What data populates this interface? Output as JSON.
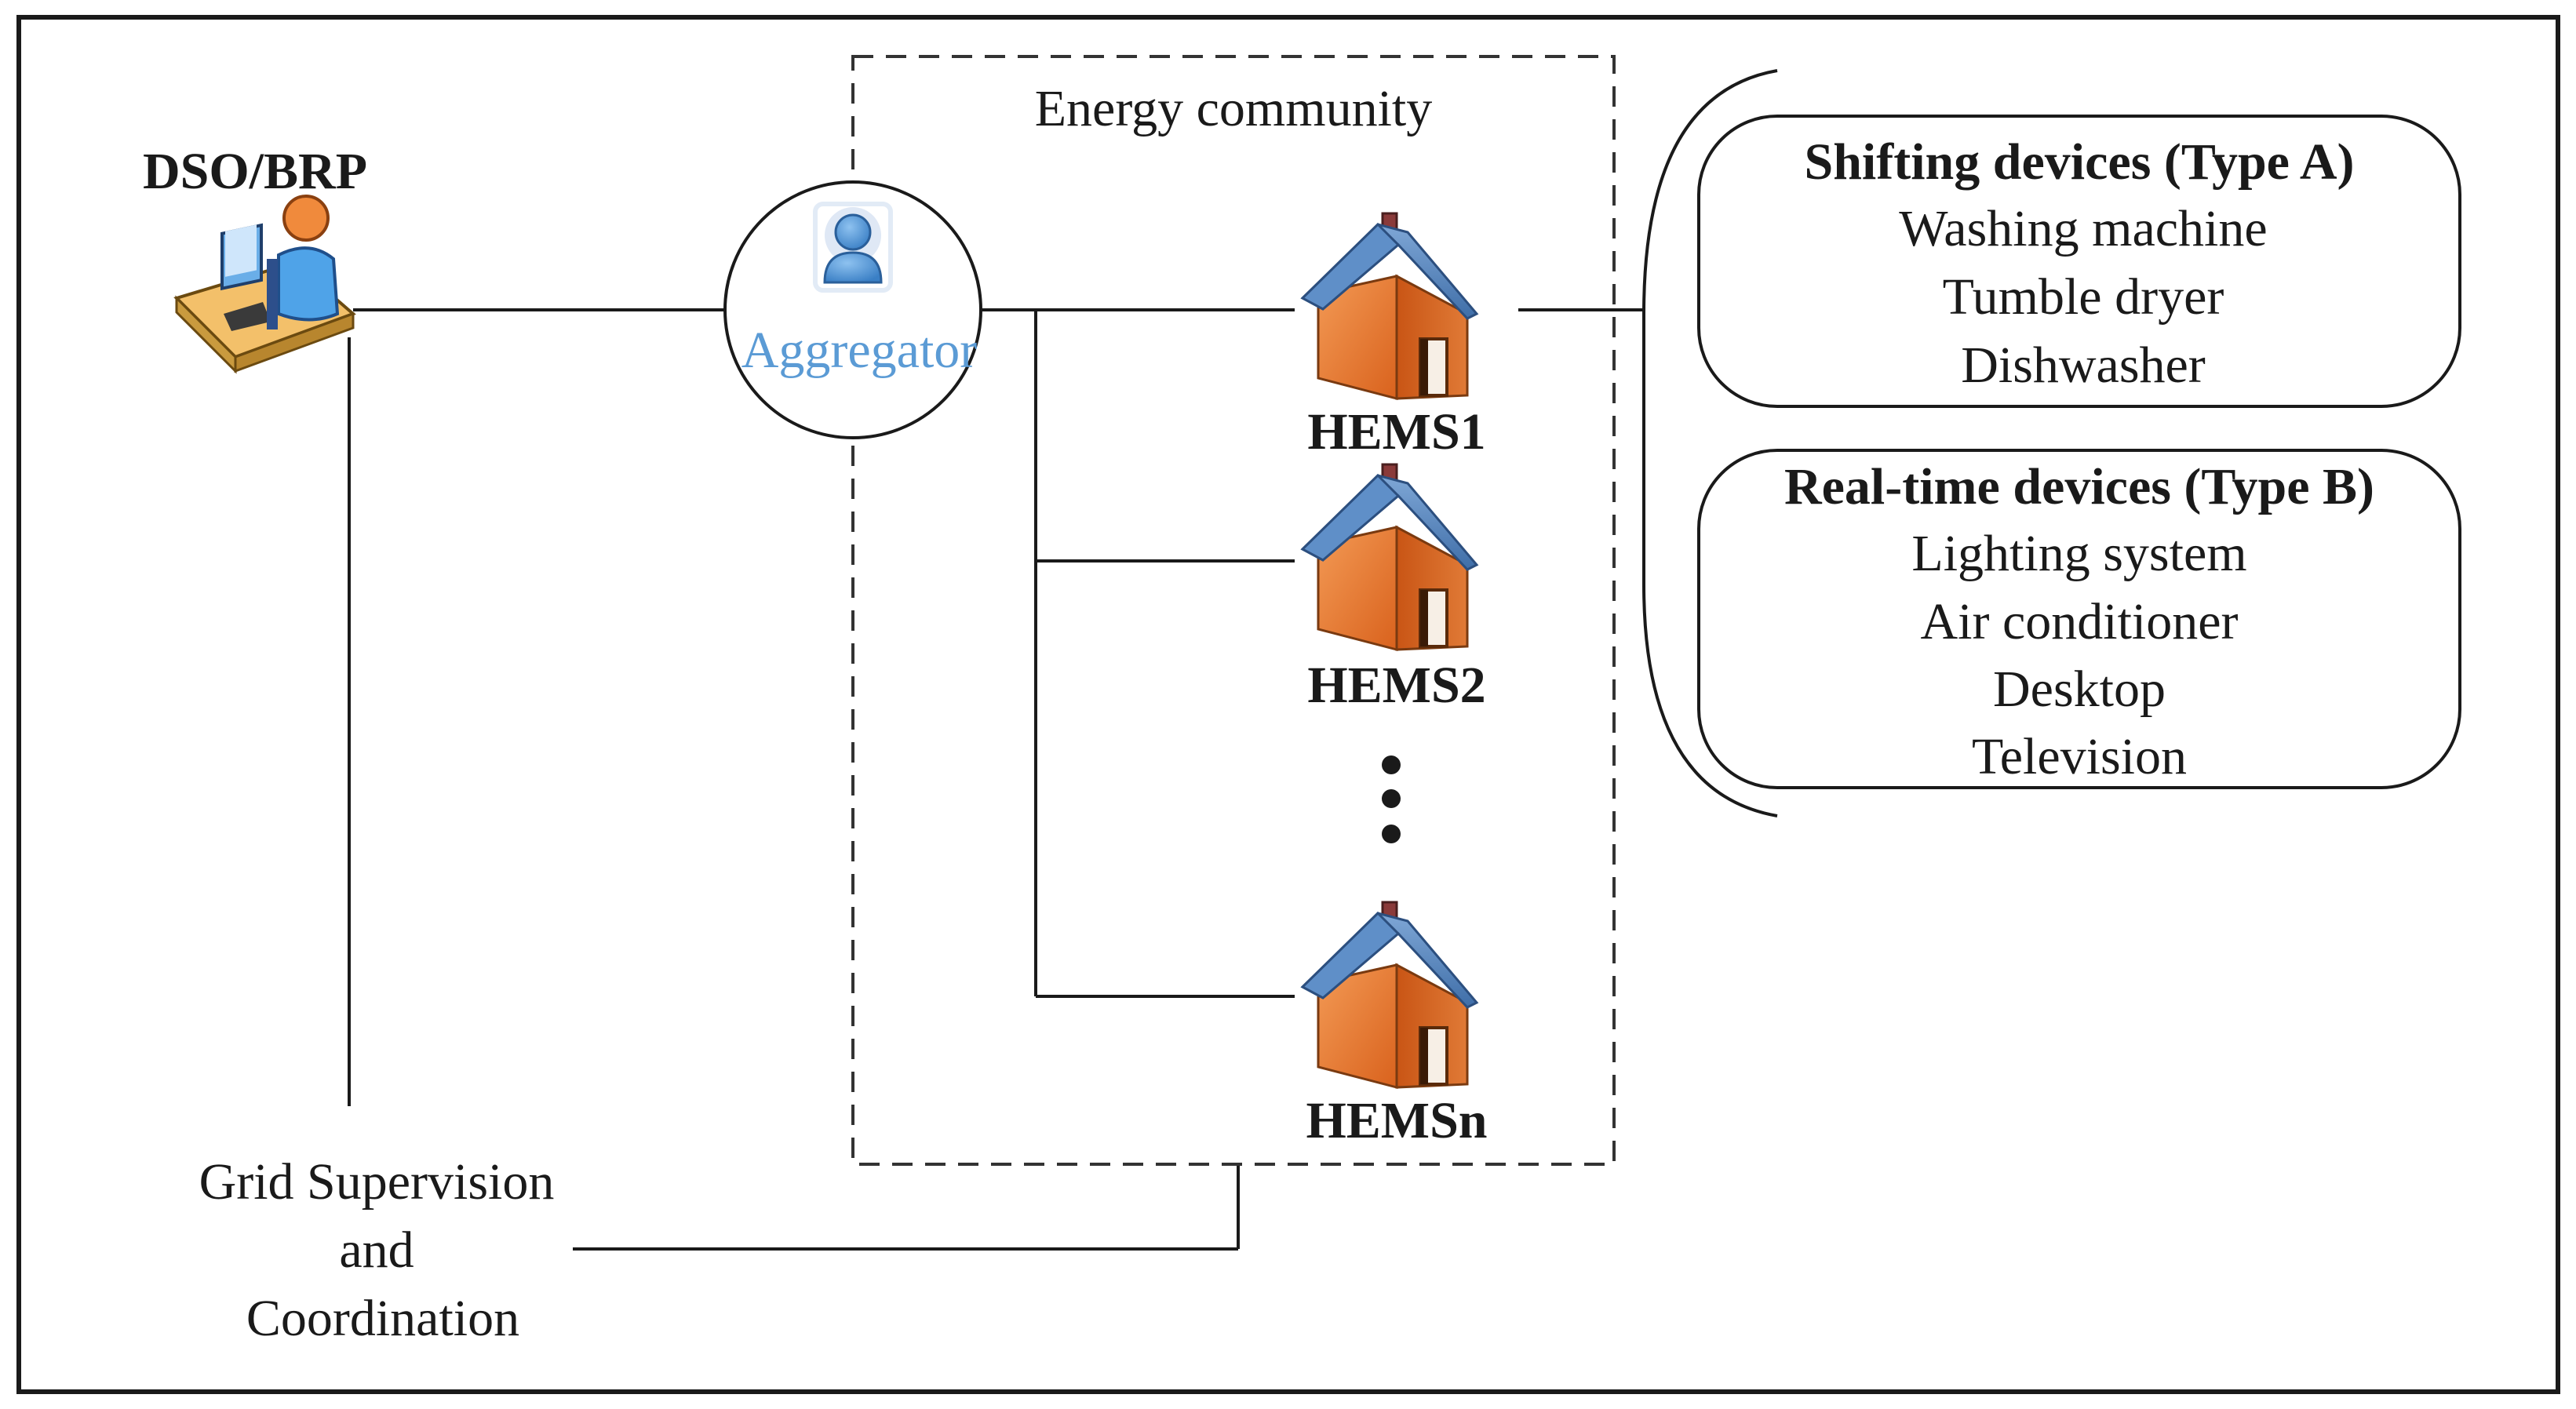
{
  "actor": {
    "label": "DSO/BRP",
    "icon": "operator-at-desk-icon"
  },
  "aggregator": {
    "label": "Aggregator",
    "icon": "person-icon",
    "label_color": "#5b9bd5"
  },
  "community": {
    "label": "Energy community"
  },
  "hems": [
    {
      "label": "HEMS1"
    },
    {
      "label": "HEMS2"
    },
    {
      "label": "HEMSn"
    }
  ],
  "coordination": {
    "line1": "Grid Supervision",
    "line2": "and",
    "line3": "Coordination"
  },
  "device_groups": [
    {
      "title": "Shifting devices (Type A)",
      "items": [
        "Washing machine",
        "Tumble dryer",
        "Dishwasher"
      ]
    },
    {
      "title": "Real-time devices (Type B)",
      "items": [
        "Lighting system",
        "Air conditioner",
        "Desktop",
        "Television"
      ]
    }
  ],
  "colors": {
    "house_wall": "#e8732a",
    "house_roof": "#4f81bd",
    "line": "#1a1a1a"
  }
}
